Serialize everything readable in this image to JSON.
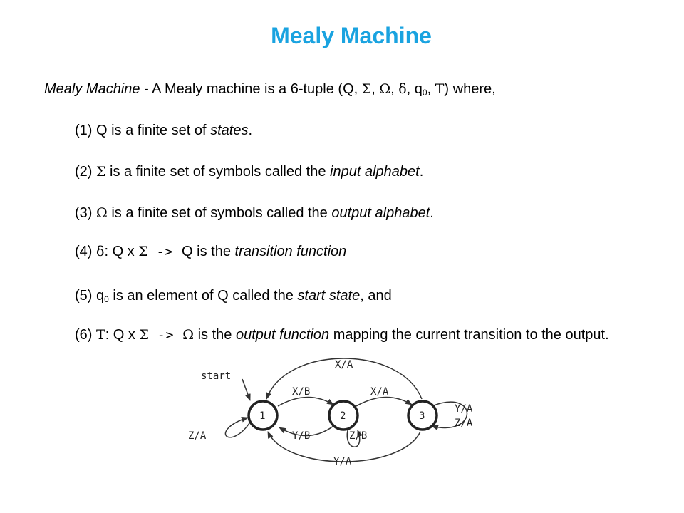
{
  "title": "Mealy Machine",
  "intro": {
    "term": "Mealy Machine",
    "text": " - A Mealy machine is a 6-tuple (Q, ",
    "sigma": "Σ",
    "comma1": ",  ",
    "omega": "Ω",
    "comma2": ",  ",
    "delta": "δ",
    "comma3": ",  q",
    "q0_sub": "0",
    "comma4": ", ",
    "tau": "Τ",
    "tail": ") where,"
  },
  "items": [
    {
      "prefix": "(1) Q is a finite set of ",
      "term": "states",
      "suffix": "."
    },
    {
      "prefix": "(2) ",
      "sym": "Σ",
      "mid": " is a finite set of symbols called the ",
      "term": "input alphabet",
      "suffix": "."
    },
    {
      "prefix": "(3) ",
      "sym": "Ω",
      "mid": " is a finite set of symbols called the ",
      "term": "output alphabet",
      "suffix": "."
    },
    {
      "prefix": "(4) ",
      "sym": "δ",
      "mid1": ": Q x ",
      "sym2": "Σ",
      "arrow": " -> ",
      "mid2": "Q is the ",
      "term": "transition function",
      "suffix": ""
    },
    {
      "prefix": "(5) q",
      "sub": "0",
      "mid": " is an element of Q called the ",
      "term": "start state",
      "suffix": ", and"
    },
    {
      "prefix": "(6) ",
      "sym": "Τ",
      "mid1": ": Q x ",
      "sym2": "Σ",
      "arrow": " -> ",
      "sym3": "Ω",
      "mid2": " is the ",
      "term": "output function",
      "suffix": " mapping the current transition to the output."
    }
  ],
  "diagram": {
    "start_label": "start",
    "states": [
      "1",
      "2",
      "3"
    ],
    "edge_labels": {
      "top_1_3": "X/A",
      "s1_to_s2": "X/B",
      "s2_to_s3": "X/A",
      "s2_to_s1": "Y/B",
      "s2_self": "Z/B",
      "s1_self": "Z/A",
      "s3_self_a": "Y/A",
      "s3_self_b": "Z/A",
      "bottom_3_1": "Y/A"
    }
  }
}
